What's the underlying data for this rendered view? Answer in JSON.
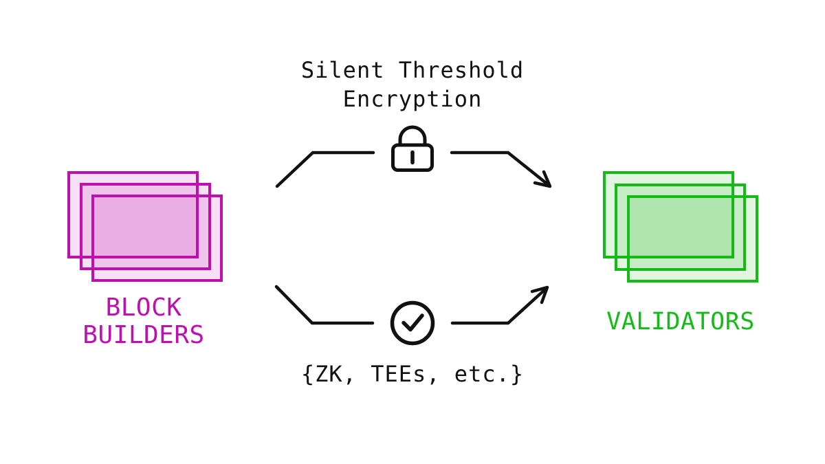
{
  "title": {
    "lines": [
      "Silent Threshold",
      "Encryption"
    ]
  },
  "left_group": {
    "label_lines": [
      "BLOCK",
      "BUILDERS"
    ],
    "card_count": 3
  },
  "right_group": {
    "label": "VALIDATORS",
    "card_count": 3
  },
  "bottom_caption": "{ZK, TEEs, etc.}",
  "icons": {
    "top_path_icon": "padlock-icon",
    "bottom_path_icon": "check-circle-icon"
  },
  "colors": {
    "magenta": "#BE10AE",
    "magenta_fill": "rgba(192,19,174,0.13)",
    "green": "#15BB15",
    "green_fill": "rgba(23,181,23,0.13)",
    "ink": "#111111",
    "background": "#FFFFFF"
  }
}
